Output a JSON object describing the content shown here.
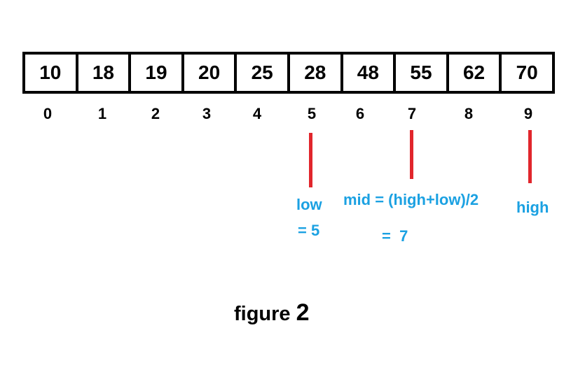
{
  "array": {
    "values": [
      "10",
      "18",
      "19",
      "20",
      "25",
      "28",
      "48",
      "55",
      "62",
      "70"
    ],
    "indices": [
      "0",
      "1",
      "2",
      "3",
      "4",
      "5",
      "6",
      "7",
      "8",
      "9"
    ]
  },
  "pointers": {
    "low_label": "low",
    "low_value": "= 5",
    "mid_label": "mid = (high+low)/2",
    "mid_value": "=  7",
    "high_label": "high",
    "color": "#e1262c",
    "text_color": "#1ba1e2"
  },
  "caption": {
    "word": "figure",
    "number": "2"
  }
}
